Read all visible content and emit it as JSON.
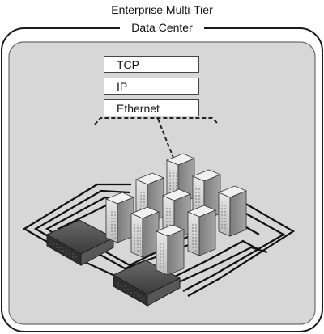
{
  "diagram": {
    "title": "Enterprise Multi-Tier",
    "subtitle": "Data Center",
    "protocol_stack": [
      "TCP",
      "IP",
      "Ethernet"
    ],
    "colors": {
      "background": "#d7d7d7",
      "frame": "#1a1a1a",
      "server_front": "#d4d4d4",
      "server_side": "#8f8f8f",
      "server_top": "#f1f1f1",
      "switch_body": "#4a4a4a"
    }
  }
}
